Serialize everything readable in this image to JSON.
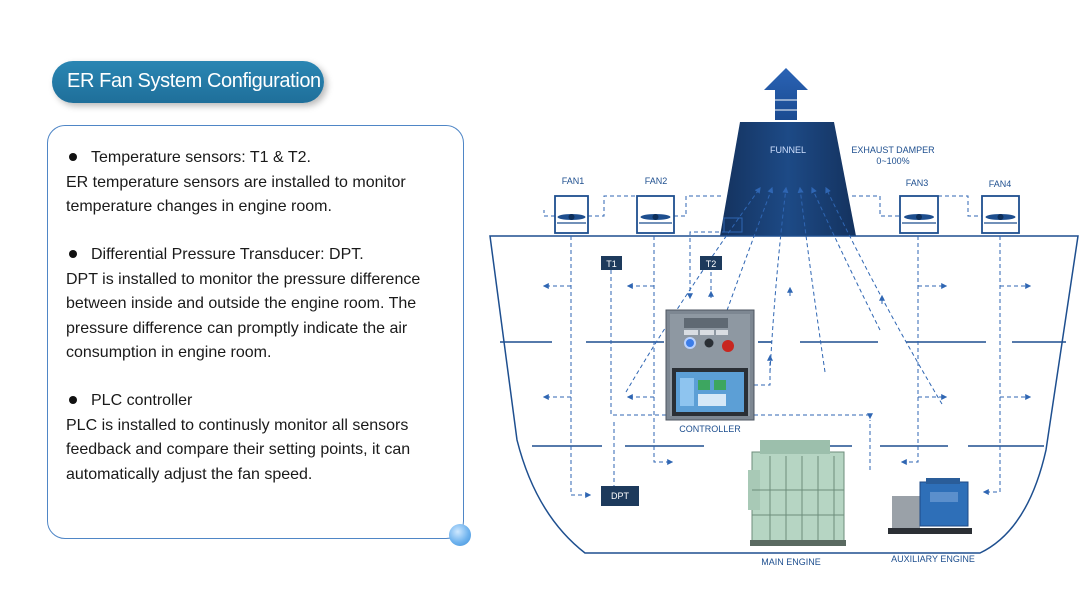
{
  "title": "ER Fan System Configuration",
  "sections": [
    {
      "heading": "Temperature sensors: T1 & T2.",
      "body": "ER temperature sensors are installed to monitor temperature changes in engine room."
    },
    {
      "heading": "Differential Pressure Transducer: DPT.",
      "body": "DPT is installed to monitor the pressure difference between inside and outside the engine room. The pressure difference can promptly indicate the air consumption in engine room."
    },
    {
      "heading": "PLC controller",
      "body": "PLC is installed to continusly monitor all sensors feedback and compare their setting points, it can automatically adjust the fan speed."
    }
  ],
  "diagram": {
    "funnel": "FUNNEL",
    "exhaust_damper": "EXHAUST DAMPER",
    "damper_range": "0~100%",
    "fans": [
      "FAN1",
      "FAN2",
      "FAN3",
      "FAN4"
    ],
    "sensors": [
      "T1",
      "T2"
    ],
    "dpt": "DPT",
    "controller": "CONTROLLER",
    "main_engine": "MAIN ENGINE",
    "auxiliary_engine": "AUXILIARY ENGINE"
  },
  "colors": {
    "accent": "#1f6f9a",
    "diagram_blue": "#1e4f8f",
    "funnel": "#1a3f73",
    "label_box": "#1d3a5c",
    "card_border": "#4f86c6"
  }
}
